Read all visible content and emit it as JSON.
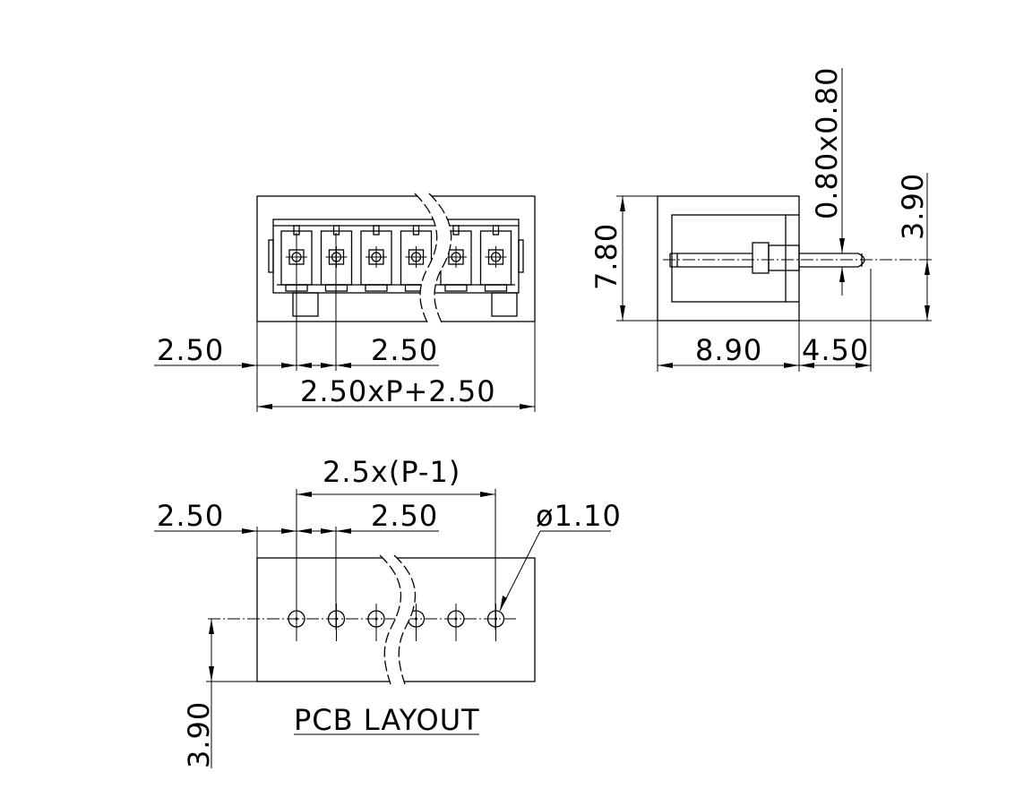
{
  "front_view": {
    "pitch_left": "2.50",
    "pitch_right": "2.50",
    "overall_length": "2.50xP+2.50"
  },
  "side_view": {
    "height": "7.80",
    "pin_section": "0.80x0.80",
    "pin_height": "3.90",
    "body_depth": "8.90",
    "pin_length": "4.50"
  },
  "pcb_layout": {
    "span": "2.5x(P-1)",
    "pitch_left": "2.50",
    "pitch_right": "2.50",
    "hole_diameter": "ø1.10",
    "row_offset": "3.90",
    "title": "PCB LAYOUT"
  }
}
